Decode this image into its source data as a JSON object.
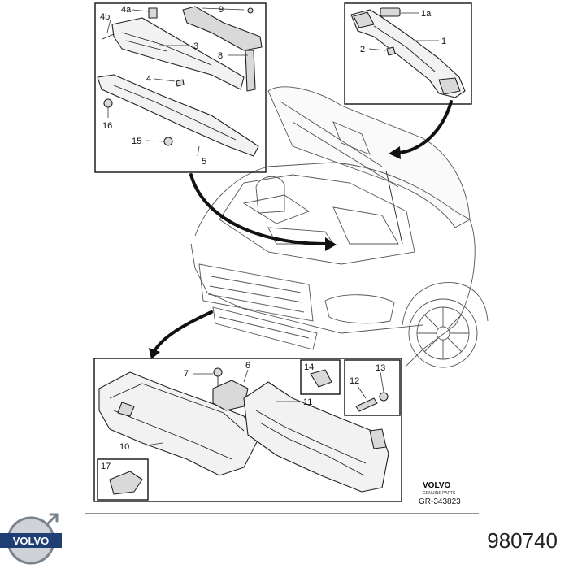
{
  "callouts": {
    "c1": "1",
    "c1a": "1a",
    "c2": "2",
    "c3": "3",
    "c4": "4",
    "c4a": "4a",
    "c4b": "4b",
    "c5": "5",
    "c6": "6",
    "c7": "7",
    "c8": "8",
    "c9": "9",
    "c10": "10",
    "c11": "11",
    "c12": "12",
    "c13": "13",
    "c14": "14",
    "c15": "15",
    "c16": "16",
    "c17": "17"
  },
  "stamp": {
    "brand": "VOLVO",
    "subtitle": "GENUINE PARTS",
    "ref": "GR-343823"
  },
  "footer": {
    "logo_text": "VOLVO",
    "part_number": "980740"
  }
}
